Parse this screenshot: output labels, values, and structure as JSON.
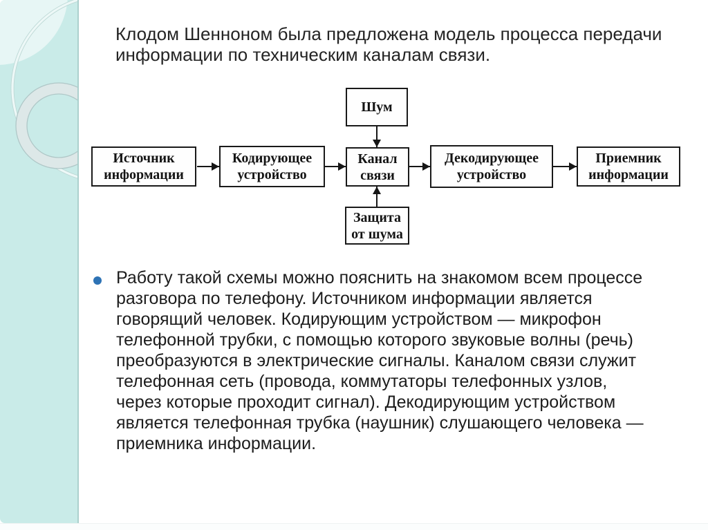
{
  "slide": {
    "title_lines": [
      "Клодом Шенноном была предложена модель процесса передачи",
      "информации по техническим каналам связи."
    ],
    "bullet_lines": [
      "Работу такой схемы можно пояснить на знакомом всем процессе",
      "разговора по телефону. Источником информации является",
      "говорящий человек. Кодирующим устройством — микрофон",
      "телефонной трубки, с помощью которого звуковые волны (речь)",
      "преобразуются в электрические сигналы. Каналом связи служит",
      "телефонная сеть (провода, коммутаторы телефонных узлов,",
      "через которые проходит сигнал). Декодирующим устройством",
      "является телефонная трубка (наушник) слушающего человека —",
      "приемника информации."
    ]
  },
  "diagram": {
    "noise": "Шум",
    "source": "Источник информации",
    "encoder": "Кодирующее устройство",
    "channel": "Канал связи",
    "decoder": "Декодирующее устройство",
    "receiver": "Приемник информации",
    "protection": "Защита от шума"
  },
  "colors": {
    "stripe_teal": "#c9ebe8",
    "stripe_edge": "#abd0cd",
    "bullet_blue": "#2e73b5",
    "text_dark": "#1d1d1d",
    "box_border_black": "#191919"
  }
}
